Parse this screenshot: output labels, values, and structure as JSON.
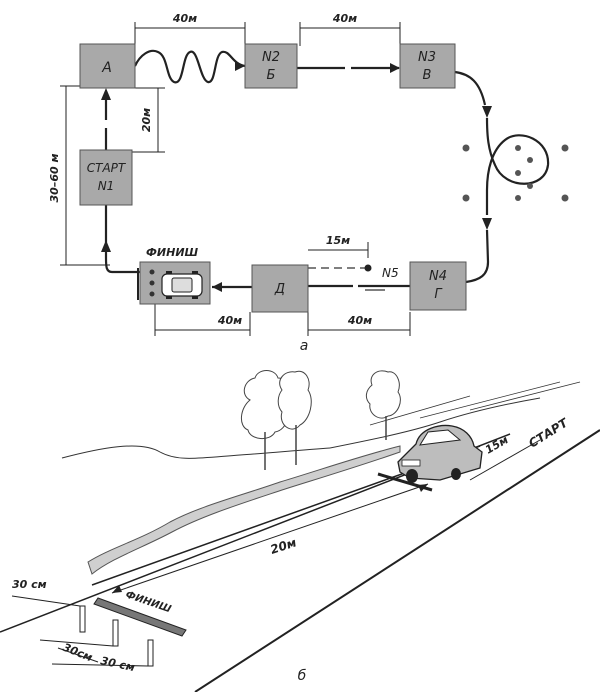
{
  "diagram_a": {
    "boxes": {
      "a": "А",
      "b_num": "N2",
      "b_letter": "Б",
      "v_num": "N3",
      "v_letter": "В",
      "start_line1": "СТАРТ",
      "start_line2": "N1",
      "g_num": "N4",
      "g_letter": "Г",
      "d": "Д"
    },
    "finish_label": "ФИНИШ",
    "n5_label": "N5",
    "dims": {
      "top_left": "40м",
      "top_right": "40м",
      "left_vertical": "20м",
      "outer_vertical": "30–60 м",
      "n5_gap": "15м",
      "bottom_left": "40м",
      "bottom_right": "40м"
    },
    "caption": "а"
  },
  "diagram_b": {
    "start_label": "СТАРТ",
    "finish_label": "ФИНИШ",
    "dist_15": "15м",
    "dist_20": "20м",
    "post_gap_1": "30 см",
    "post_gap_2": "30см",
    "post_gap_3": "30 см",
    "caption": "б"
  }
}
